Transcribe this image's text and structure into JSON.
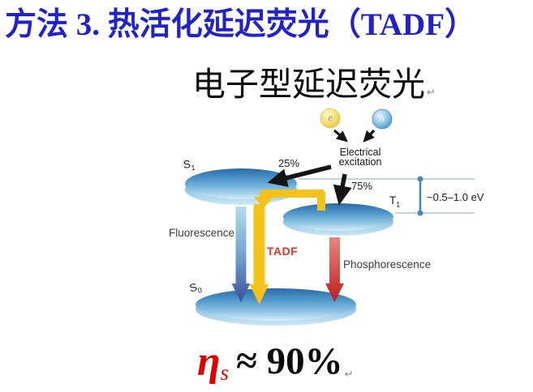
{
  "title": "方法 3. 热活化延迟荧光（TADF）",
  "subtitle": "电子型延迟荧光",
  "return_mark": "↵",
  "colors": {
    "title_blue": "#2222CB",
    "tadf_label_red": "#E63229",
    "eta_red": "#E00000",
    "disk_blue_dark": "#2E73B0",
    "disk_blue_light": "#D6EDF8",
    "tadf_yellow": "#F3C31C",
    "phosphorescence_red": "#C01E1E",
    "fluorescence_blue": "#3B4F9E",
    "level_line_blue": "#4A86BE"
  },
  "diagram": {
    "electron": "e",
    "hole": "h",
    "excitation_line1": "Electrical",
    "excitation_line2": "excitation",
    "singlet_pct": "25%",
    "triplet_pct": "75%",
    "energy_gap": "~0.5–1.0 eV",
    "levels": {
      "s1": {
        "letter": "S",
        "sub": "1"
      },
      "t1": {
        "letter": "T",
        "sub": "1"
      },
      "s0": {
        "letter": "S",
        "sub": "0"
      }
    },
    "fluorescence": "Fluorescence",
    "tadf": "TADF",
    "phosphorescence": "Phosphorescence"
  },
  "formula": {
    "eta": "η",
    "sub": "s",
    "value": "≈ 90%"
  }
}
